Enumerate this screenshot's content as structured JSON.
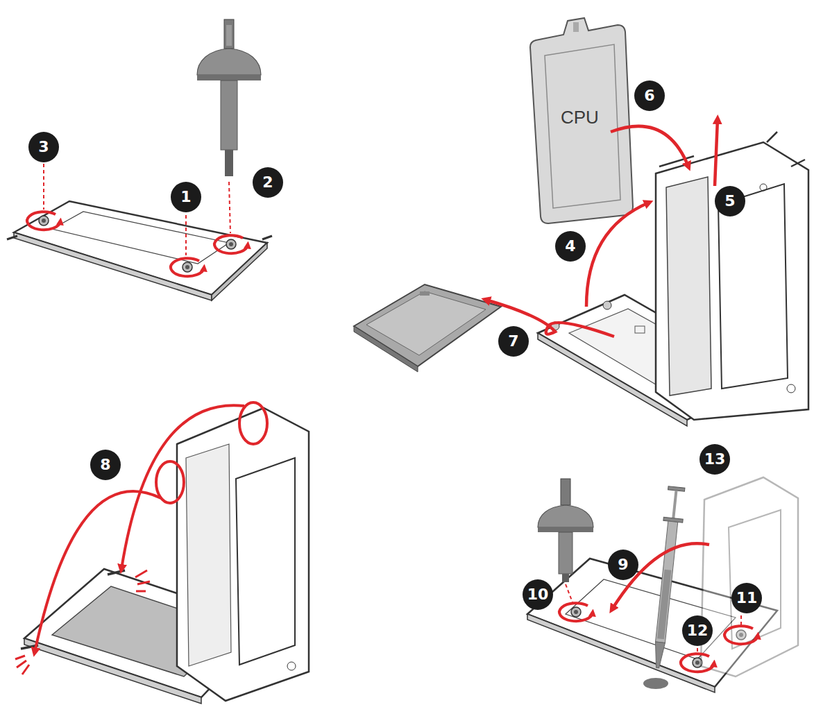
{
  "diagram": {
    "labels": [
      "3",
      "1",
      "2",
      "CPU",
      "6",
      "5",
      "4",
      "7",
      "8",
      "13",
      "9",
      "10",
      "11",
      "12"
    ]
  }
}
